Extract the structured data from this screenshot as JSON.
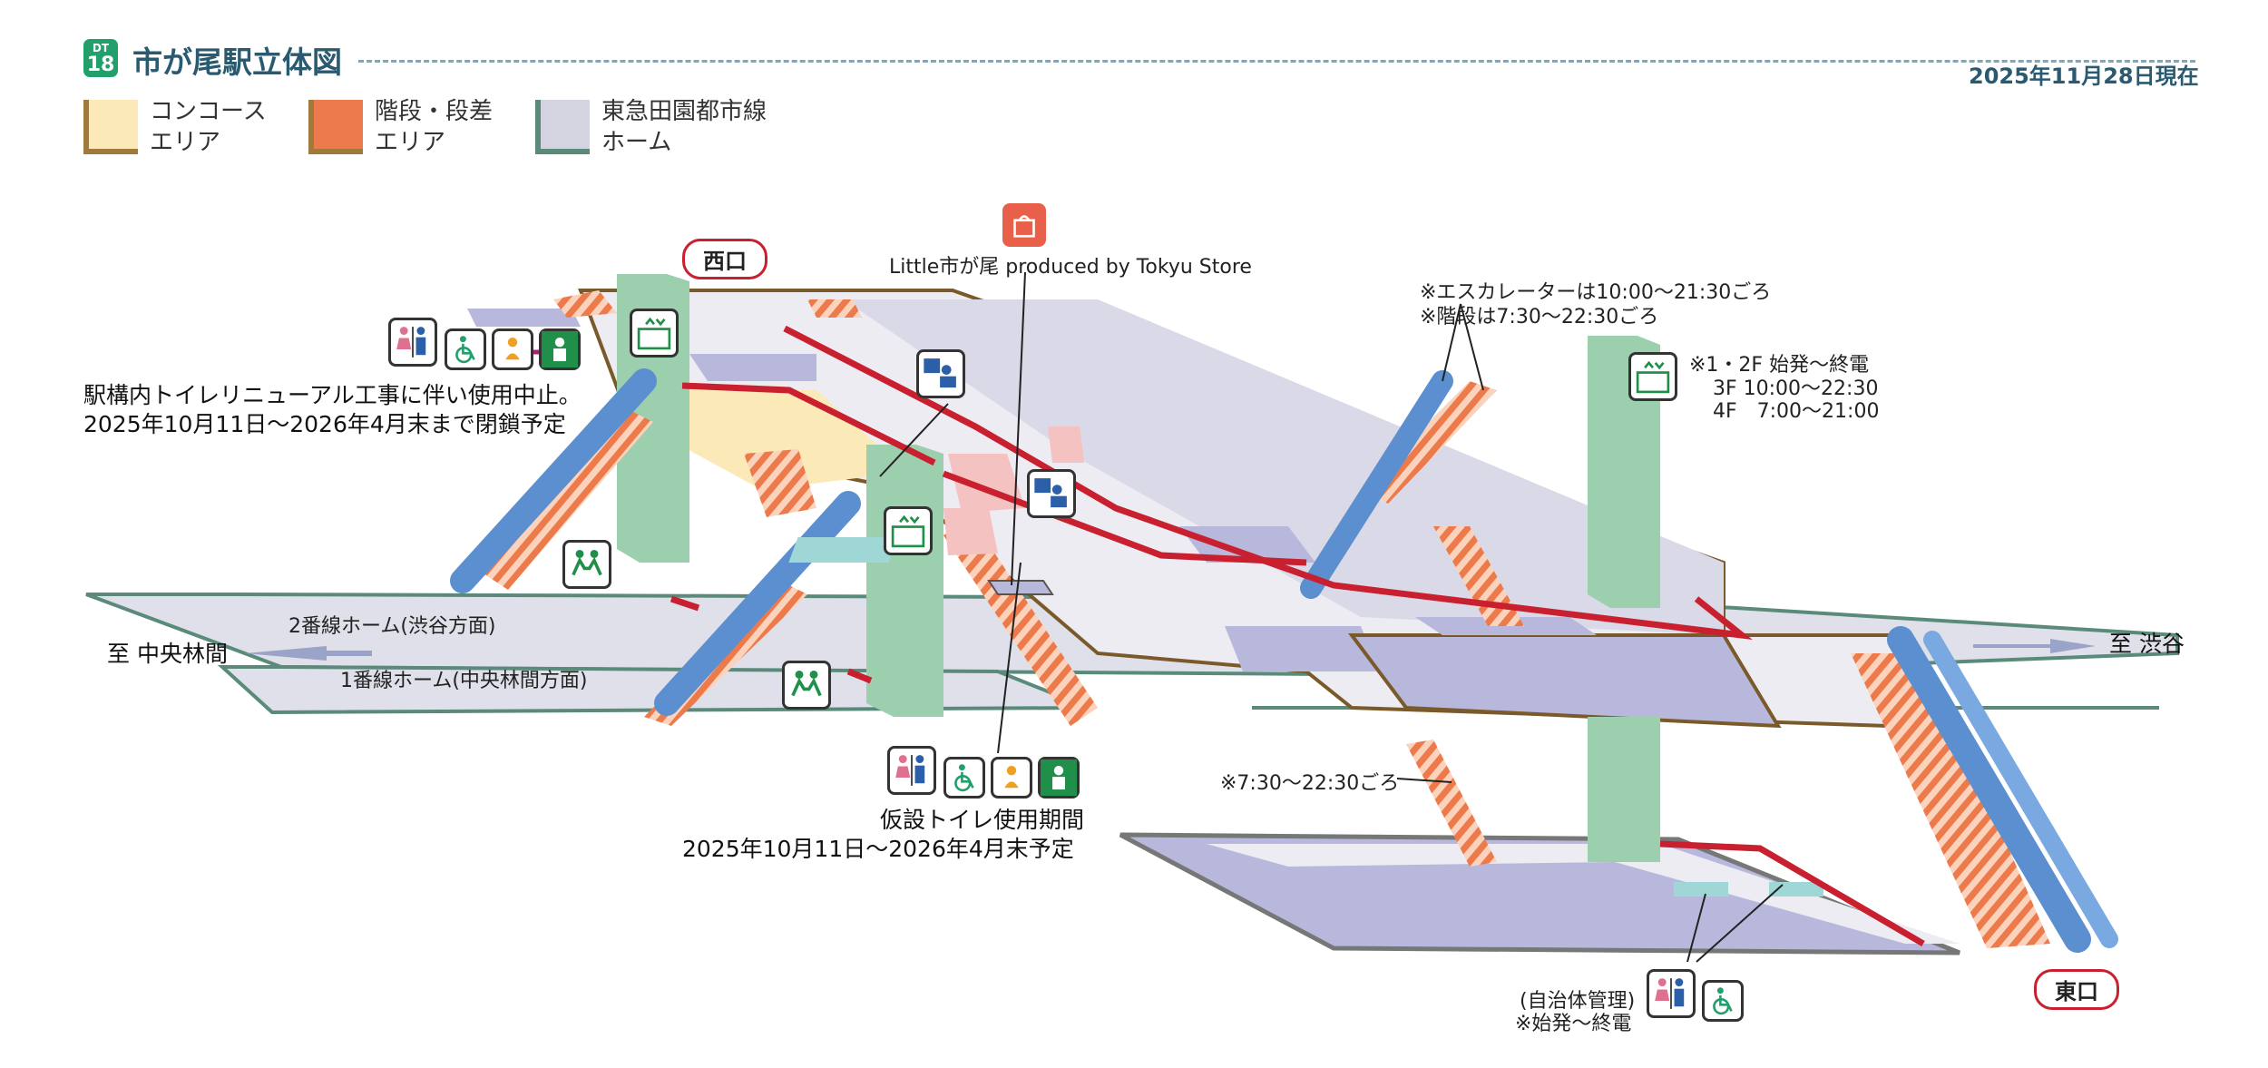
{
  "header": {
    "line_code": "DT",
    "station_number": "18",
    "title": "市が尾駅立体図",
    "date": "2025年11月28日現在"
  },
  "legend": [
    {
      "line1": "コンコース",
      "line2": "エリア",
      "color": "#fbe9b7"
    },
    {
      "line1": "階段・段差",
      "line2": "エリア",
      "color": "#ec7a4a"
    },
    {
      "line1": "東急田園都市線",
      "line2": "ホーム",
      "color": "#d4d4e0"
    }
  ],
  "exits": {
    "west": "西口",
    "east": "東口"
  },
  "directions": {
    "left": "至 中央林間",
    "right": "至 渋谷"
  },
  "platforms": {
    "platform2": "2番線ホーム(渋谷方面)",
    "platform1": "1番線ホーム(中央林間方面)"
  },
  "store": {
    "name": "Little市が尾 produced by Tokyu Store",
    "icon": "shopping-bag-icon"
  },
  "notes": {
    "escalator_hours": "※エスカレーターは10:00〜21:30ごろ",
    "stairs_hours": "※階段は7:30〜22:30ごろ",
    "elevator_line1": "※1・2F 始発〜終電",
    "elevator_line2": "3F 10:00〜22:30",
    "elevator_line3": "4F　7:00〜21:00",
    "lower_stairs": "※7:30〜22:30ごろ",
    "toilet_closure_line1": "駅構内トイレリニューアル工事に伴い使用中止。",
    "toilet_closure_line2": "2025年10月11日〜2026年4月末まで閉鎖予定",
    "temp_toilet_line1": "仮設トイレ使用期間",
    "temp_toilet_line2": "2025年10月11日〜2026年4月末予定",
    "municipal_line1": "(自治体管理)",
    "municipal_line2": "※始発〜終電"
  },
  "colors": {
    "concourse": "#fbe9b7",
    "stairs": "#ec7a4a",
    "platform": "#d4d4e0",
    "elevator": "#9ccfae",
    "escalator": "#5b8fd0",
    "route": "#c8202f",
    "accent": "#22a06b"
  }
}
